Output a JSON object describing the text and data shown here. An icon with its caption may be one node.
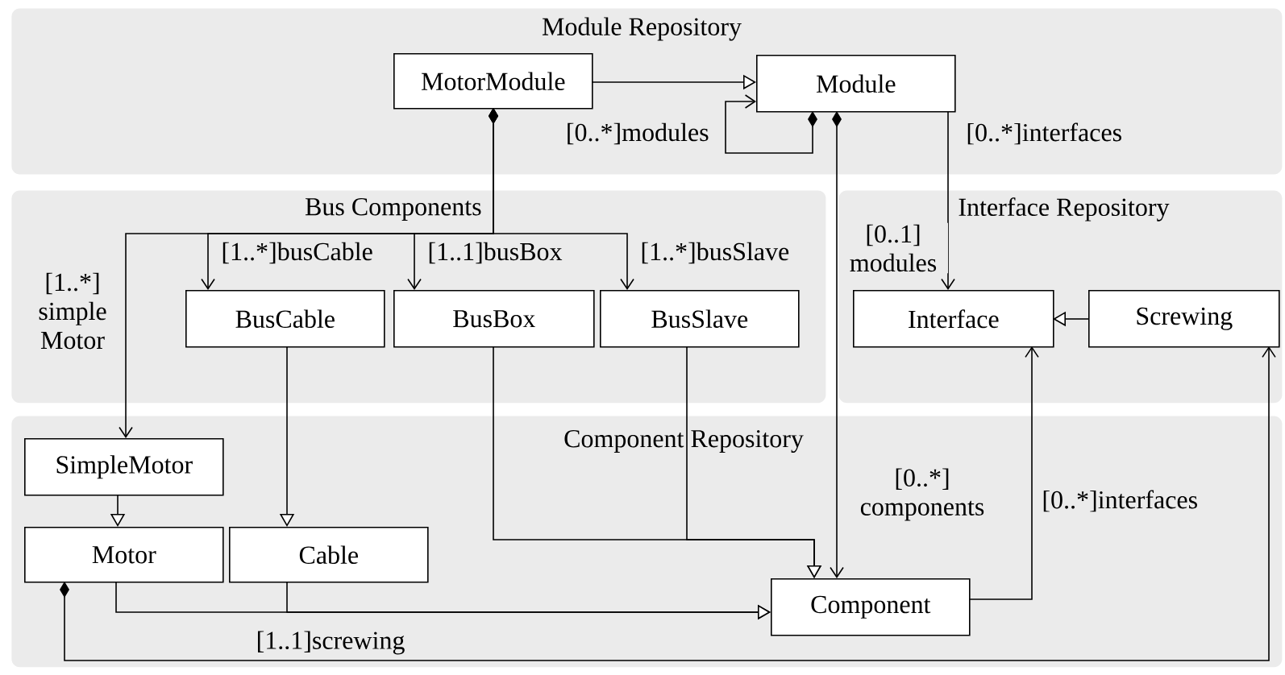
{
  "diagram": {
    "nodes": [
      {
        "text": [
          "Module Repository"
        ]
      },
      {
        "text": [
          "Bus Components"
        ]
      },
      {
        "text": [
          "Interface Repository"
        ]
      },
      {
        "text": [
          "Component Repository"
        ]
      },
      {
        "text": [
          "MotorModule"
        ],
        "in": 0
      },
      {
        "text": [
          "Module"
        ],
        "in": 0
      },
      {
        "text": [
          "BusCable"
        ],
        "in": 1
      },
      {
        "text": [
          "BusBox"
        ],
        "in": 1
      },
      {
        "text": [
          "BusSlave"
        ],
        "in": 1
      },
      {
        "text": [
          "Interface"
        ],
        "in": 2
      },
      {
        "text": [
          "Screwing"
        ],
        "in": 2
      },
      {
        "text": [
          "SimpleMotor"
        ],
        "in": 3
      },
      {
        "text": [
          "Motor"
        ],
        "in": 3
      },
      {
        "text": [
          "Cable"
        ],
        "in": 3
      },
      {
        "text": [
          "Component"
        ],
        "in": 3
      }
    ],
    "edges": [
      {
        "from": 4,
        "to": 5,
        "arrow": "to"
      },
      {
        "from": 5,
        "to": 5,
        "arrow": "to",
        "label": "[0..*]modules"
      },
      {
        "from": 4,
        "to": 11,
        "arrow": "to",
        "label": "[1..*] simple Motor"
      },
      {
        "from": 4,
        "to": 6,
        "arrow": "to",
        "label": "[1..*]busCable"
      },
      {
        "from": 4,
        "to": 7,
        "arrow": "to",
        "label": "[1..1]busBox"
      },
      {
        "from": 4,
        "to": 8,
        "arrow": "to",
        "label": "[1..*]busSlave"
      },
      {
        "from": 5,
        "to": 14,
        "arrow": "to",
        "label": "[0..*] components"
      },
      {
        "from": 5,
        "to": 9,
        "arrow": "to",
        "label": "[0..*]interfaces"
      },
      {
        "from": 10,
        "to": 9,
        "arrow": "to"
      },
      {
        "from": 6,
        "to": 13,
        "arrow": "to"
      },
      {
        "from": 7,
        "to": 14,
        "arrow": "to"
      },
      {
        "from": 8,
        "to": 14,
        "arrow": "to"
      },
      {
        "from": 11,
        "to": 12,
        "arrow": "to"
      },
      {
        "from": 12,
        "to": 14,
        "arrow": "to"
      },
      {
        "from": 13,
        "to": 14,
        "arrow": "to"
      },
      {
        "from": 14,
        "to": 9,
        "arrow": "to",
        "label": "[0..*]interfaces"
      },
      {
        "from": 12,
        "to": 10,
        "arrow": "to",
        "label": "[1..1]screwing"
      }
    ],
    "labels": [
      "[0..1] modules"
    ]
  }
}
